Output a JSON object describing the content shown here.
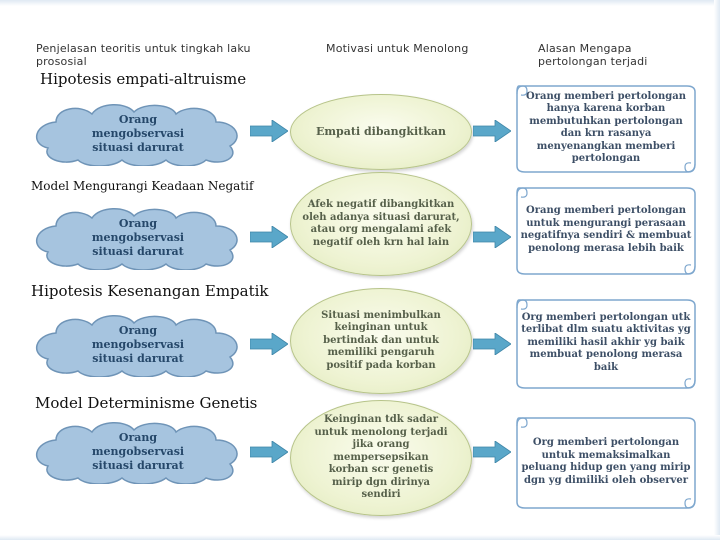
{
  "headers": {
    "col1": "Penjelasan teoritis untuk tingkah laku prososial",
    "col2": "Motivasi untuk Menolong",
    "col3": "Alasan Mengapa pertolongan terjadi"
  },
  "rows": [
    {
      "section": "Hipotesis empati-altruisme",
      "observe": "Orang mengobservasi situasi darurat",
      "motivation": "Empati dibangkitkan",
      "reason": "Orang memberi pertolongan hanya karena korban membutuhkan pertolongan dan krn rasanya menyenangkan memberi pertolongan"
    },
    {
      "section": "Model Mengurangi Keadaan Negatif",
      "observe": "Orang mengobservasi situasi darurat",
      "motivation": "Afek negatif dibangkitkan oleh adanya situasi darurat, atau org mengalami afek negatif oleh krn hal lain",
      "reason": "Orang memberi pertolongan untuk mengurangi perasaan negatifnya sendiri & membuat penolong merasa lebih baik"
    },
    {
      "section": "Hipotesis Kesenangan Empatik",
      "observe": "Orang mengobservasi situasi darurat",
      "motivation": "Situasi menimbulkan keinginan untuk bertindak dan untuk memiliki pengaruh positif pada korban",
      "reason": "Org memberi pertolongan utk terlibat dlm suatu aktivitas yg memiliki hasil akhir yg baik membuat penolong merasa baik"
    },
    {
      "section": "Model Determinisme Genetis",
      "observe": "Orang mengobservasi situasi darurat",
      "motivation": "Keinginan tdk sadar untuk menolong terjadi jika orang mempersepsikan korban scr genetis mirip dgn dirinya sendiri",
      "reason": "Org memberi pertolongan untuk memaksimalkan peluang hidup gen yang mirip dgn yg dimiliki oleh observer"
    }
  ],
  "colors": {
    "cloud_fill": "#a6c4df",
    "cloud_stroke": "#6f94b7",
    "ellipse_fill": "#eef3d2",
    "scroll_fill": "#ffffff",
    "scroll_stroke": "#7ea7ce",
    "arrow_fill": "#5aa7c9",
    "text_blue": "#26486a"
  },
  "icons": {
    "observe": "cloud-shape",
    "motivation": "ellipse-shape",
    "reason": "scroll-shape",
    "connector": "block-arrow-right"
  }
}
